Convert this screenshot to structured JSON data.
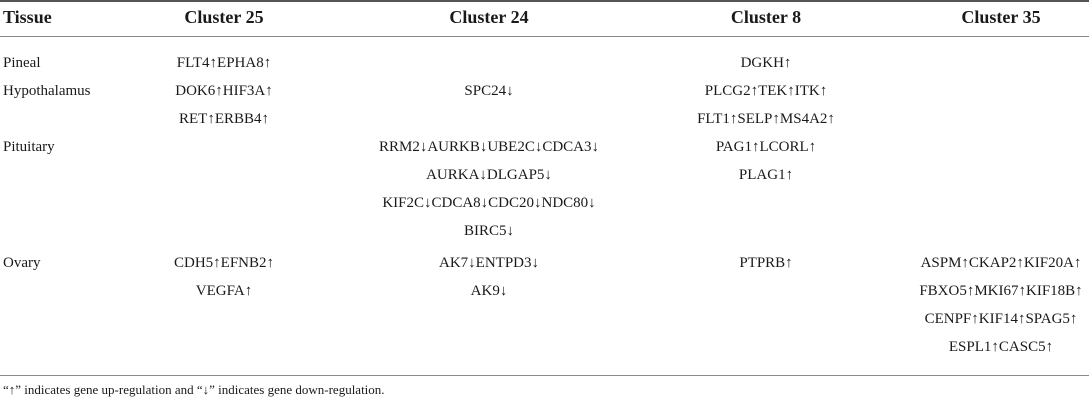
{
  "table": {
    "headers": [
      "Tissue",
      "Cluster 25",
      "Cluster 24",
      "Cluster 8",
      "Cluster 35"
    ],
    "rows": [
      [
        "Pineal",
        "FLT4↑EPHA8↑",
        "",
        "DGKH↑",
        ""
      ],
      [
        "Hypothalamus",
        "DOK6↑HIF3A↑",
        "SPC24↓",
        "PLCG2↑TEK↑ITK↑",
        ""
      ],
      [
        "",
        "RET↑ERBB4↑",
        "",
        "FLT1↑SELP↑MS4A2↑",
        ""
      ],
      [
        "Pituitary",
        "",
        "RRM2↓AURKB↓UBE2C↓CDCA3↓",
        "PAG1↑LCORL↑",
        ""
      ],
      [
        "",
        "",
        "AURKA↓DLGAP5↓",
        "PLAG1↑",
        ""
      ],
      [
        "",
        "",
        "KIF2C↓CDCA8↓CDC20↓NDC80↓",
        "",
        ""
      ],
      [
        "",
        "",
        "BIRC5↓",
        "",
        ""
      ],
      [
        "Ovary",
        "CDH5↑EFNB2↑",
        "AK7↓ENTPD3↓",
        "PTPRB↑",
        "ASPM↑CKAP2↑KIF20A↑"
      ],
      [
        "",
        "VEGFA↑",
        "AK9↓",
        "",
        "FBXO5↑MKI67↑KIF18B↑"
      ],
      [
        "",
        "",
        "",
        "",
        "CENPF↑KIF14↑SPAG5↑"
      ],
      [
        "",
        "",
        "",
        "",
        "ESPL1↑CASC5↑"
      ]
    ]
  },
  "footnote": "“↑” indicates gene up-regulation and “↓” indicates gene down-regulation."
}
